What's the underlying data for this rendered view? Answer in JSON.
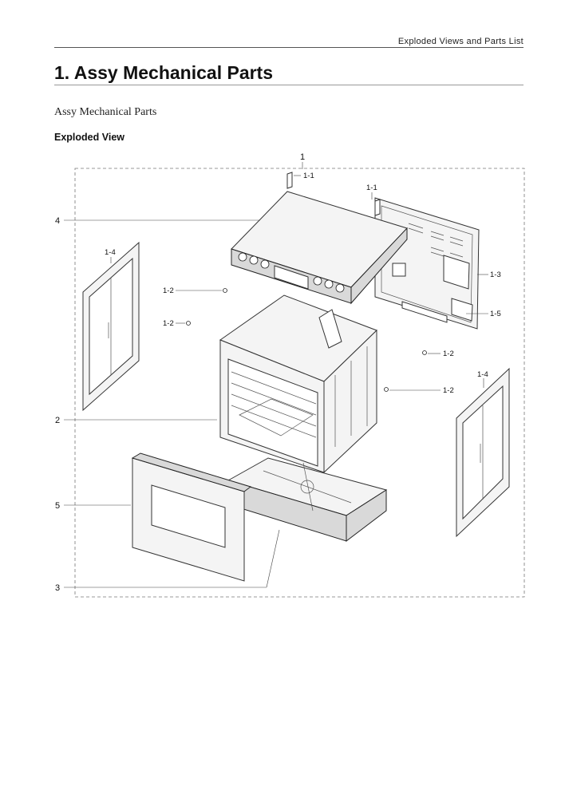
{
  "header": {
    "running_title": "Exploded Views and Parts List"
  },
  "section": {
    "title": "1.  Assy Mechanical Parts"
  },
  "intro": {
    "text": "Assy Mechanical Parts"
  },
  "subhead": {
    "text": "Exploded View"
  },
  "diagram": {
    "callouts": {
      "assembly": "1",
      "hinge_left": "1-1",
      "hinge_right": "1-1",
      "screw_a": "1-2",
      "screw_b": "1-2",
      "screw_c": "1-2",
      "screw_d": "1-2",
      "back_panel": "1-3",
      "side_left": "1-4",
      "side_right": "1-4",
      "cover_back": "1-5",
      "cavity": "2",
      "drawer": "3",
      "control_panel": "4",
      "door": "5"
    }
  }
}
